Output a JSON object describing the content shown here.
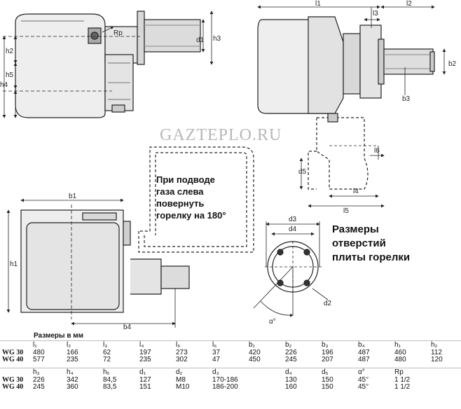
{
  "watermark": "GAZTEPLO.RU",
  "notes": {
    "side_gas_left": [
      "При подводе",
      "газа слева",
      "повернуть",
      "горелку на 180°"
    ],
    "plate_title": [
      "Размеры",
      "отверстий",
      "плиты горелки"
    ]
  },
  "labels": {
    "Rp": "Rp",
    "d1": "d1",
    "h3": "h3",
    "h2": "h2",
    "h5": "h5",
    "h4": "h4",
    "l1": "l1",
    "l2": "l2",
    "l3": "l3",
    "b2": "b2",
    "b3": "b3",
    "l6": "l6",
    "d5": "d5",
    "l4": "l4",
    "l5": "l5",
    "b1": "b1",
    "h1": "h1",
    "b4": "b4",
    "d3": "d3",
    "d4": "d4",
    "d2": "d2",
    "alpha": "α°"
  },
  "table": {
    "caption": "Размеры в мм",
    "header1": [
      "",
      "l₁",
      "l₂",
      "l₃",
      "l₄",
      "l₅",
      "l₆",
      "b₁",
      "b₂",
      "b₃",
      "b₄",
      "h₁",
      "h₂"
    ],
    "rows1": [
      [
        "WG 30",
        "480",
        "166",
        "62",
        "197",
        "273",
        "37",
        "420",
        "226",
        "196",
        "487",
        "460",
        "112"
      ],
      [
        "WG 40",
        "577",
        "235",
        "72",
        "235",
        "302",
        "47",
        "450",
        "245",
        "207",
        "487",
        "480",
        "120"
      ]
    ],
    "header2": [
      "",
      "h₃",
      "h₄",
      "h₅",
      "d₁",
      "d₂",
      "d₃",
      "",
      "d₄",
      "d₅",
      "α°",
      "Rp",
      ""
    ],
    "rows2": [
      [
        "WG 30",
        "226",
        "342",
        "84,5",
        "127",
        "M8",
        "170-186",
        "",
        "130",
        "150",
        "45°",
        "1 1/2",
        ""
      ],
      [
        "WG 40",
        "245",
        "360",
        "83,5",
        "151",
        "M10",
        "186-200",
        "",
        "160",
        "150",
        "45°",
        "1 1/2",
        ""
      ]
    ]
  }
}
